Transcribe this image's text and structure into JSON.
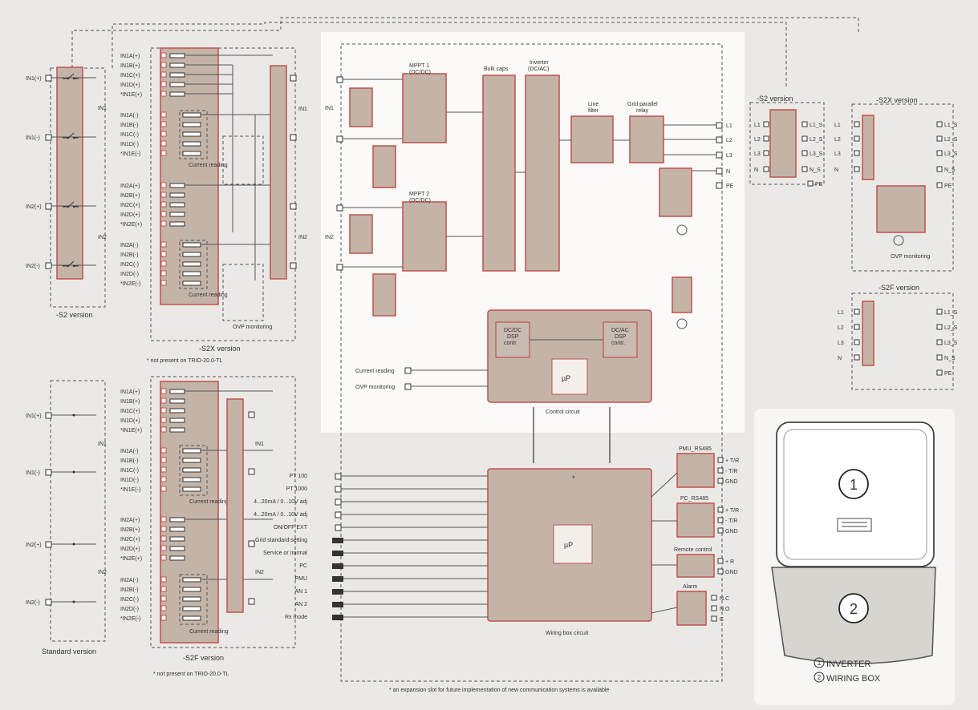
{
  "left_panel": {
    "in1_plus": "IN1(+)",
    "in1_minus": "IN1(-)",
    "in2_plus": "IN2(+)",
    "in2_minus": "IN2(-)",
    "in1": "IN1",
    "in2": "IN2",
    "s2_version": "-S2 version",
    "s2x_version": "-S2X version",
    "s2f_version": "-S2F version",
    "standard_version": "Standard version",
    "current_reading": "Current reading",
    "ovp_monitoring": "OVP monitoring",
    "note_trio": "* not present on TRIO-20.0-TL",
    "in1_rows": [
      "IN1A(+)",
      "IN1B(+)",
      "IN1C(+)",
      "IN1D(+)",
      "*IN1E(+)",
      "IN1A(-)",
      "IN1B(-)",
      "IN1C(-)",
      "IN1D(-)",
      "*IN1E(-)"
    ],
    "in2_rows": [
      "IN2A(+)",
      "IN2B(+)",
      "IN2C(+)",
      "IN2D(+)",
      "*IN2E(+)",
      "IN2A(-)",
      "IN2B(-)",
      "IN2C(-)",
      "IN2D(-)",
      "*IN2E(-)"
    ]
  },
  "center_panel": {
    "in1": "IN1",
    "in2": "IN2",
    "mppt1": [
      "MPPT 1",
      "(DC/DC)"
    ],
    "mppt2": [
      "MPPT 2",
      "(DC/DC)"
    ],
    "bulk_caps": "Bulk caps",
    "inverter": [
      "Inverter",
      "(DC/AC)"
    ],
    "line_filter": [
      "Line",
      "filter"
    ],
    "grid_relay": [
      "Grid parallel",
      "relay"
    ],
    "outputs": [
      "L1",
      "L2",
      "L3",
      "N",
      "PE"
    ],
    "dcdc_dsp": [
      "DC/DC",
      "DSP",
      "contr."
    ],
    "dcac_dsp": [
      "DC/AC",
      "DSP",
      "contr."
    ],
    "up": "µP",
    "current_reading": "Current reading",
    "ovp_monitoring": "OVP monitoring",
    "control_circuit": "Control circuit",
    "wiring_inputs": [
      "PT 100",
      "PT 1000",
      "4...20mA / 0...10V adj",
      "4...20mA / 0...10V adj",
      "ON/OFF EXT",
      "Grid standard setting",
      "Service or normal",
      "PC",
      "PMU",
      "AN 1",
      "AN 2",
      "Rx mode"
    ],
    "wiring_box_circuit": "Wiring box circuit",
    "asterisk": "*",
    "pmu_rs485": "PMU_RS485",
    "pc_rs485": "PC_RS485",
    "remote_control": "Remote control",
    "alarm": "Alarm",
    "pmu_terms": [
      "+ T/R",
      "- T/R",
      "GND"
    ],
    "pc_terms": [
      "+ T/R",
      "- T/R",
      "GND"
    ],
    "remote_terms": [
      "+ R",
      "GND"
    ],
    "alarm_terms": [
      "N.C",
      "N.O",
      "C"
    ],
    "footnote": "* an expansion slot for future implementation of new communication systems is available"
  },
  "right_panel": {
    "s2_version": "-S2 version",
    "s2x_version": "-S2X version",
    "s2f_version": "-S2F version",
    "in_terms": [
      "L1",
      "L2",
      "L3",
      "N"
    ],
    "out_terms": [
      "L1_S",
      "L2_S",
      "L3_S",
      "N_S"
    ],
    "pe": "PE",
    "ovp_monitoring": "OVP monitoring"
  },
  "legend": {
    "inverter_num": "1",
    "inverter_label": "INVERTER",
    "wiring_num": "2",
    "wiring_label": "WIRING BOX"
  }
}
